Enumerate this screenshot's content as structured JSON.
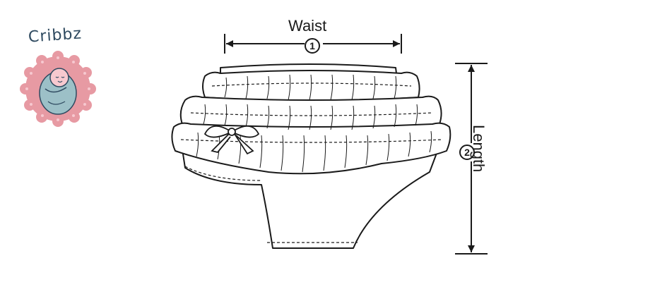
{
  "brand": {
    "name": "Cribbz"
  },
  "measurements": [
    {
      "number": "1",
      "label": "Waist"
    },
    {
      "number": "2",
      "label": "Length"
    }
  ],
  "colors": {
    "logo_pink": "#e79aa3",
    "logo_dots": "#f6c8cf",
    "baby_body": "#9cc0c7",
    "outline": "#1a1a1a",
    "brand_text": "#2f4a60"
  }
}
